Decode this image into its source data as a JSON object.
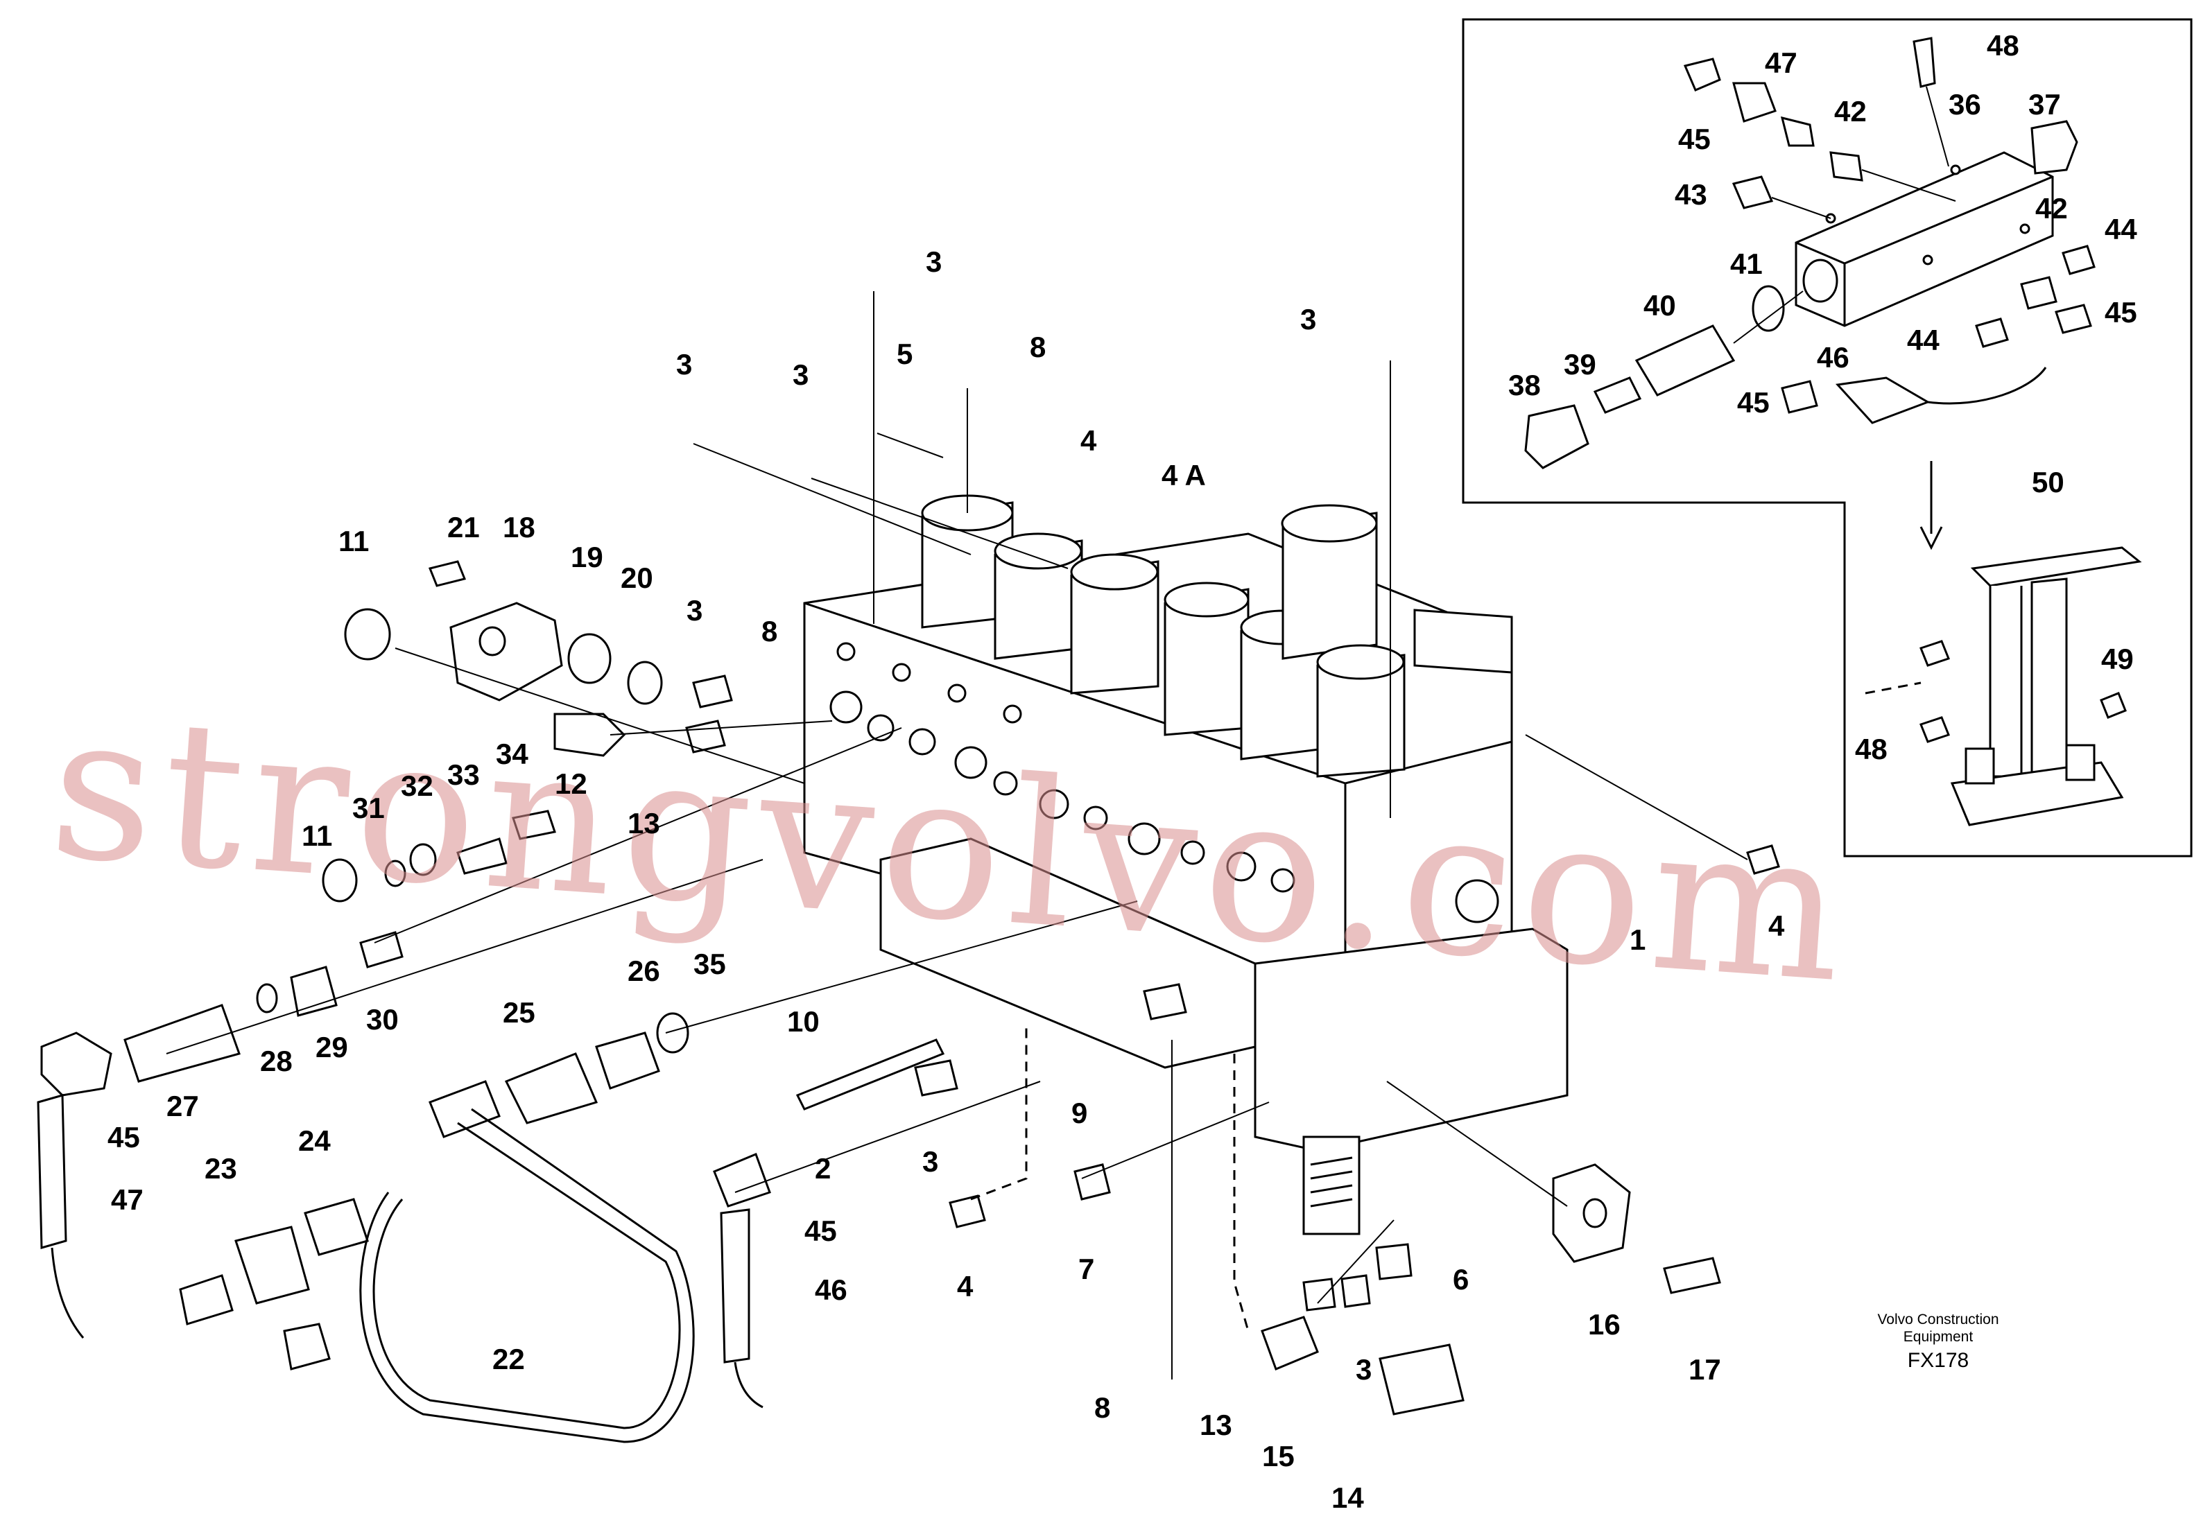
{
  "labels": {
    "l1": "1",
    "l2": "2",
    "l3": "3",
    "l4": "4",
    "l4a": "4 A",
    "l5": "5",
    "l6": "6",
    "l7": "7",
    "l8": "8",
    "l9": "9",
    "l10": "10",
    "l11": "11",
    "l12": "12",
    "l13": "13",
    "l14": "14",
    "l15": "15",
    "l16": "16",
    "l17": "17",
    "l18": "18",
    "l19": "19",
    "l20": "20",
    "l21": "21",
    "l22": "22",
    "l23": "23",
    "l24": "24",
    "l25": "25",
    "l26": "26",
    "l27": "27",
    "l28": "28",
    "l29": "29",
    "l30": "30",
    "l31": "31",
    "l32": "32",
    "l33": "33",
    "l34": "34",
    "l35": "35",
    "l36": "36",
    "l37": "37",
    "l38": "38",
    "l39": "39",
    "l40": "40",
    "l41": "41",
    "l42": "42",
    "l43": "43",
    "l44": "44",
    "l45": "45",
    "l46": "46",
    "l47": "47",
    "l48": "48",
    "l49": "49",
    "l50": "50"
  },
  "credit": {
    "line1": "Volvo Construction",
    "line2": "Equipment",
    "code": "FX178"
  },
  "watermark": "strongvolvo.com"
}
